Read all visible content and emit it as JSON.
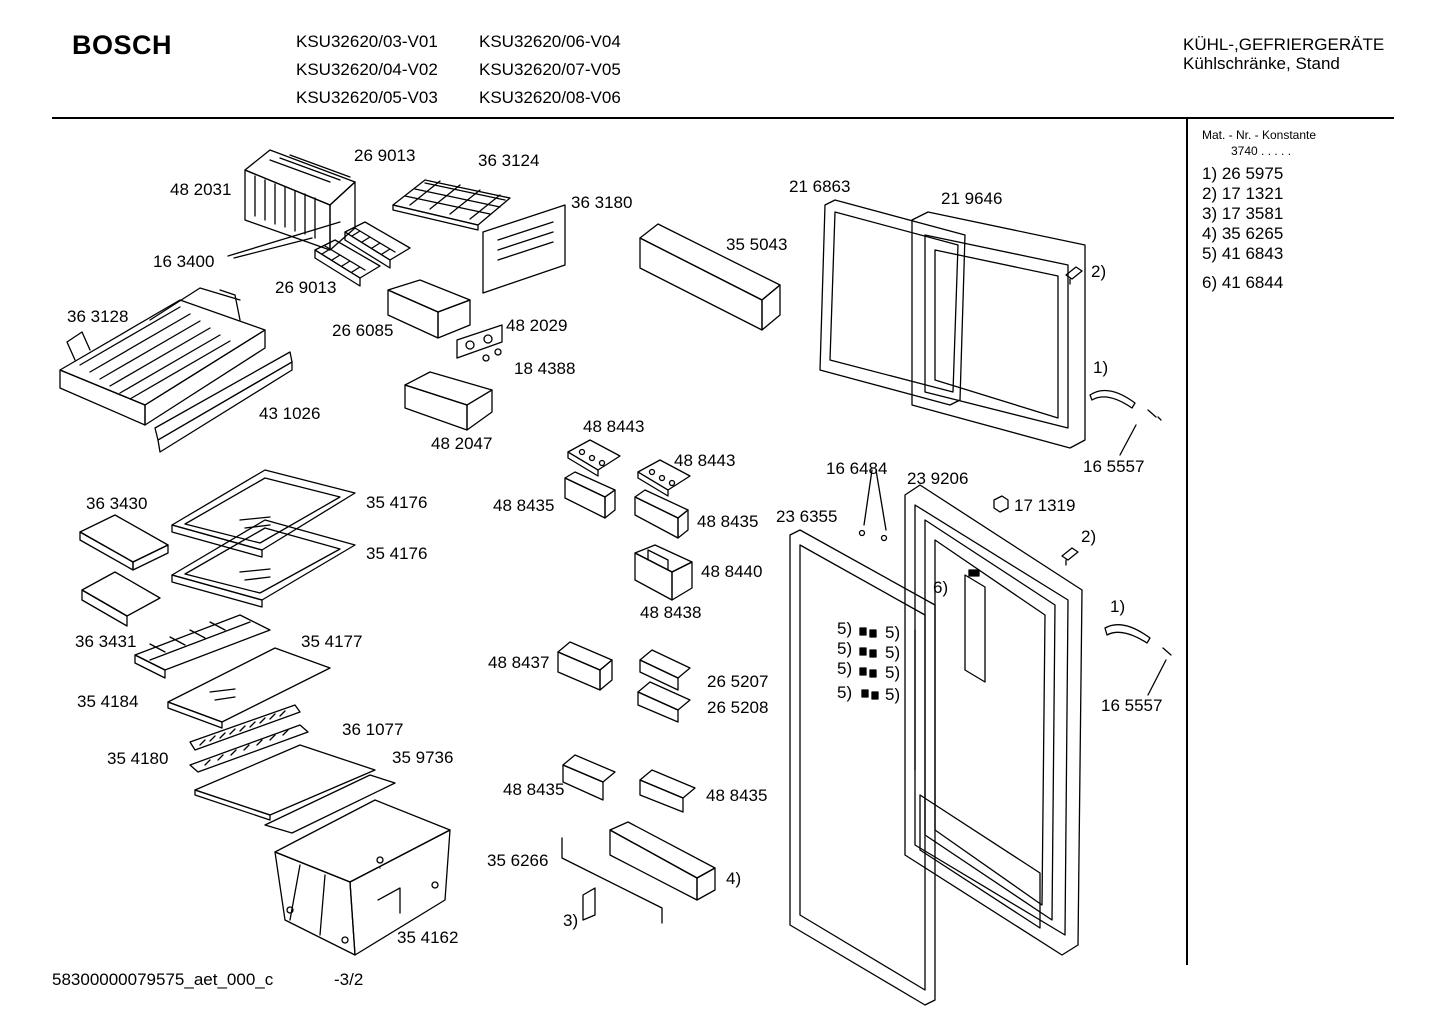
{
  "header": {
    "brand": "BOSCH",
    "models": [
      "KSU32620/03-V01",
      "KSU32620/06-V04",
      "KSU32620/04-V02",
      "KSU32620/07-V05",
      "KSU32620/05-V03",
      "KSU32620/08-V06"
    ],
    "category_line1": "KÜHL-,GEFRIERGERÄTE",
    "category_line2": "Kühlschränke, Stand"
  },
  "sidebar": {
    "title": "Mat. - Nr. - Konstante",
    "constant": "3740  .   .   .   .   .",
    "items": [
      "1)  26 5975",
      "2)  17 1321",
      "3)  17 3581",
      "4)  35 6265",
      "5)  41 6843",
      "6)  41 6844"
    ]
  },
  "labels": {
    "p482031": "48 2031",
    "p269013a": "26 9013",
    "p363124": "36 3124",
    "p363180": "36 3180",
    "p163400": "16 3400",
    "p269013b": "26 9013",
    "p363128": "36 3128",
    "p266085": "26 6085",
    "p482029": "48 2029",
    "p184388": "18 4388",
    "p431026": "43 1026",
    "p482047": "48 2047",
    "p355043": "35 5043",
    "p216863": "21 6863",
    "p219646": "21 9646",
    "p2a": "2)",
    "p1a": "1)",
    "p165557a": "16 5557",
    "p488443a": "48 8443",
    "p488443b": "48 8443",
    "p488435a": "48 8435",
    "p488435b": "48 8435",
    "p488440": "48 8440",
    "p488438": "48 8438",
    "p488437": "48 8437",
    "p265207": "26 5207",
    "p265208": "26 5208",
    "p488435c": "48 8435",
    "p488435d": "48 8435",
    "p356266": "35 6266",
    "p4": "4)",
    "p3": "3)",
    "p166484": "16 6484",
    "p239206": "23 9206",
    "p171319": "17 1319",
    "p236355": "23 6355",
    "p2b": "2)",
    "p6": "6)",
    "p1b": "1)",
    "p165557b": "16 5557",
    "p5": "5)",
    "p363430": "36 3430",
    "p354176a": "35 4176",
    "p354176b": "35 4176",
    "p363431": "36 3431",
    "p354177": "35 4177",
    "p354184": "35 4184",
    "p361077": "36 1077",
    "p354180": "35 4180",
    "p359736": "35 9736",
    "p354162": "35 4162"
  },
  "footer": {
    "doc_id": "58300000079575_aet_000_c",
    "page": "-3/2"
  }
}
